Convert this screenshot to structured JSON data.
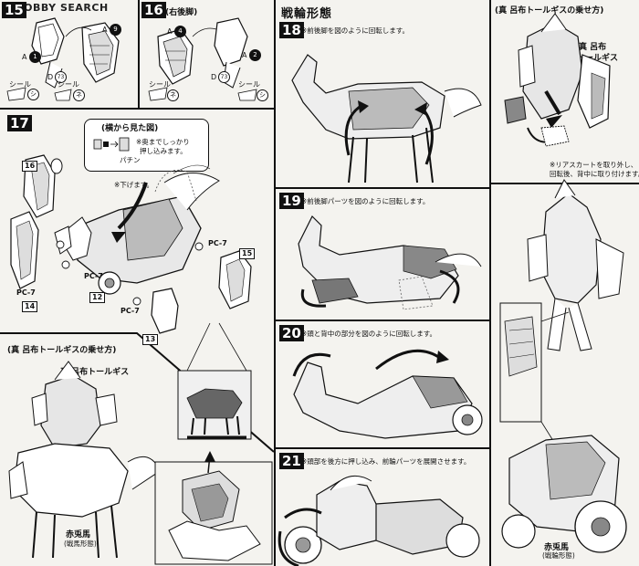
{
  "watermark": "HOBBY SEARCH",
  "steps": {
    "s15": {
      "num": "15",
      "label_a1": "A",
      "circle_a1": "1",
      "label_a9": "A",
      "circle_a9": "9",
      "label_d": "D",
      "circle_d": "73",
      "seal_label": "シール",
      "seal_num": "シ",
      "seal_label2": "シール",
      "seal_num2": "ネ"
    },
    "s16": {
      "num": "16",
      "title": "(右後脚)",
      "label_a4": "A",
      "circle_a4": "4",
      "label_a2": "A",
      "circle_a2": "2",
      "label_d": "D",
      "circle_d": "73",
      "seal_label": "シール",
      "seal_num": "ネ",
      "seal_label2": "シール",
      "seal_num2": "シ"
    },
    "s17": {
      "num": "17",
      "side_view": "(横から見た図)",
      "note1": "※奥までしっかり",
      "note2": "押し込みます。",
      "snap": "パチン",
      "push": "※下げます。",
      "parts": [
        "16",
        "14",
        "12",
        "15",
        "13"
      ],
      "pc": [
        "PC-7",
        "PC-7",
        "PC-7",
        "PC-7"
      ]
    },
    "ride1": {
      "title": "(真 呂布トールギスの乗せ方)",
      "name": "真 呂布トールギス",
      "horse": "赤兎馬",
      "horse_mode": "(戦馬形態)"
    },
    "section": {
      "title": "戦輪形態"
    },
    "s18": {
      "num": "18",
      "text": "※前後脚を図のように回転します。"
    },
    "s19": {
      "num": "19",
      "text": "※前後脚パーツを図のように回転します。"
    },
    "s20": {
      "num": "20",
      "text": "※頭と背中の部分を図のように回転します。"
    },
    "s21": {
      "num": "21",
      "text": "※頭部を後方に押し込み、前輪パーツを展開させます。"
    },
    "ride2": {
      "title": "(真 呂布トールギスの乗せ方)",
      "name": "真 呂布",
      "name2": "トールギス",
      "note1": "※リアスカートを取り外し、",
      "note2": "回転後、背中に取り付けます。",
      "horse": "赤兎馬",
      "horse_mode": "(戦輪形態)"
    }
  }
}
